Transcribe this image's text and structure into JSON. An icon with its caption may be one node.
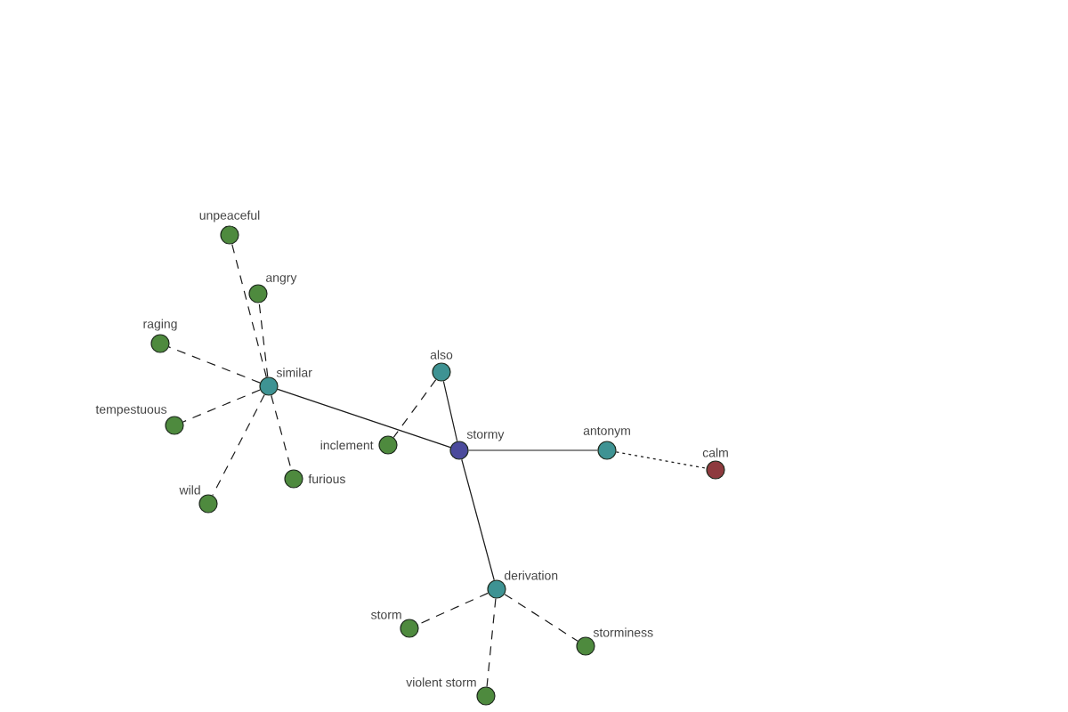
{
  "diagram": {
    "nodes": [
      {
        "text": [
          "stormy"
        ]
      },
      {
        "text": [
          "similar"
        ]
      },
      {
        "text": [
          "also"
        ]
      },
      {
        "text": [
          "antonym"
        ]
      },
      {
        "text": [
          "derivation"
        ]
      },
      {
        "text": [
          "calm"
        ]
      },
      {
        "text": [
          "unpeaceful"
        ]
      },
      {
        "text": [
          "angry"
        ]
      },
      {
        "text": [
          "raging"
        ]
      },
      {
        "text": [
          "tempestuous"
        ]
      },
      {
        "text": [
          "wild"
        ]
      },
      {
        "text": [
          "furious"
        ]
      },
      {
        "text": [
          "inclement"
        ]
      },
      {
        "text": [
          "storm"
        ]
      },
      {
        "text": [
          "violent storm"
        ]
      },
      {
        "text": [
          "storminess"
        ]
      }
    ],
    "edges": [
      {
        "from": 0,
        "to": 1,
        "arrow": "none"
      },
      {
        "from": 0,
        "to": 2,
        "arrow": "none"
      },
      {
        "from": 0,
        "to": 3,
        "arrow": "none"
      },
      {
        "from": 0,
        "to": 4,
        "arrow": "none"
      },
      {
        "from": 3,
        "to": 5,
        "arrow": "none",
        "style": "dashed"
      },
      {
        "from": 1,
        "to": 6,
        "arrow": "none",
        "style": "dashed"
      },
      {
        "from": 1,
        "to": 7,
        "arrow": "none",
        "style": "dashed"
      },
      {
        "from": 1,
        "to": 8,
        "arrow": "none",
        "style": "dashed"
      },
      {
        "from": 1,
        "to": 9,
        "arrow": "none",
        "style": "dashed"
      },
      {
        "from": 1,
        "to": 10,
        "arrow": "none",
        "style": "dashed"
      },
      {
        "from": 1,
        "to": 11,
        "arrow": "none",
        "style": "dashed"
      },
      {
        "from": 2,
        "to": 12,
        "arrow": "none",
        "style": "dashed"
      },
      {
        "from": 4,
        "to": 13,
        "arrow": "none",
        "style": "dashed"
      },
      {
        "from": 4,
        "to": 14,
        "arrow": "none",
        "style": "dashed"
      },
      {
        "from": 4,
        "to": 15,
        "arrow": "none",
        "style": "dashed"
      }
    ]
  }
}
